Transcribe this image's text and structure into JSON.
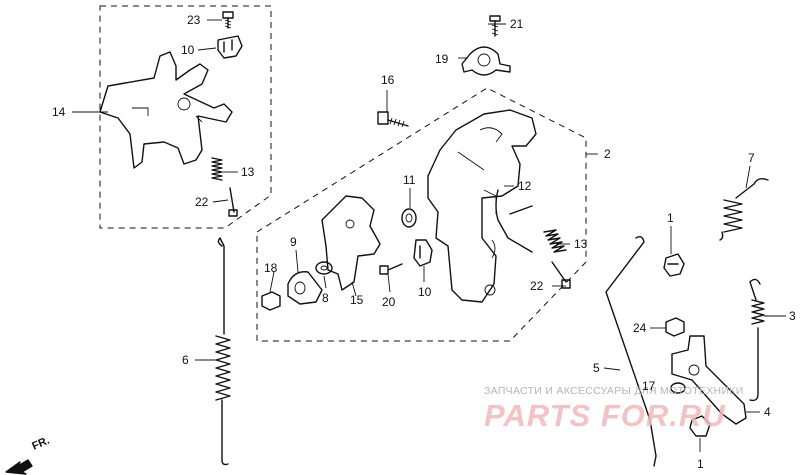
{
  "labels": {
    "l1a": "1",
    "l1b": "1",
    "l2": "2",
    "l3": "3",
    "l4": "4",
    "l5": "5",
    "l6": "6",
    "l7": "7",
    "l8": "8",
    "l9": "9",
    "l10a": "10",
    "l10b": "10",
    "l11": "11",
    "l12": "12",
    "l13a": "13",
    "l13b": "13",
    "l14": "14",
    "l15": "15",
    "l16": "16",
    "l17": "17",
    "l18": "18",
    "l19": "19",
    "l20": "20",
    "l21": "21",
    "l22a": "22",
    "l22b": "22",
    "l23": "23",
    "l24": "24"
  },
  "direction_label": "FR.",
  "watermark": {
    "caption": "ЗАПЧАСТИ И АКСЕССУАРЫ ДЛЯ МОТОТЕХНИКИ",
    "brand": "PARTS FOR.RU"
  }
}
